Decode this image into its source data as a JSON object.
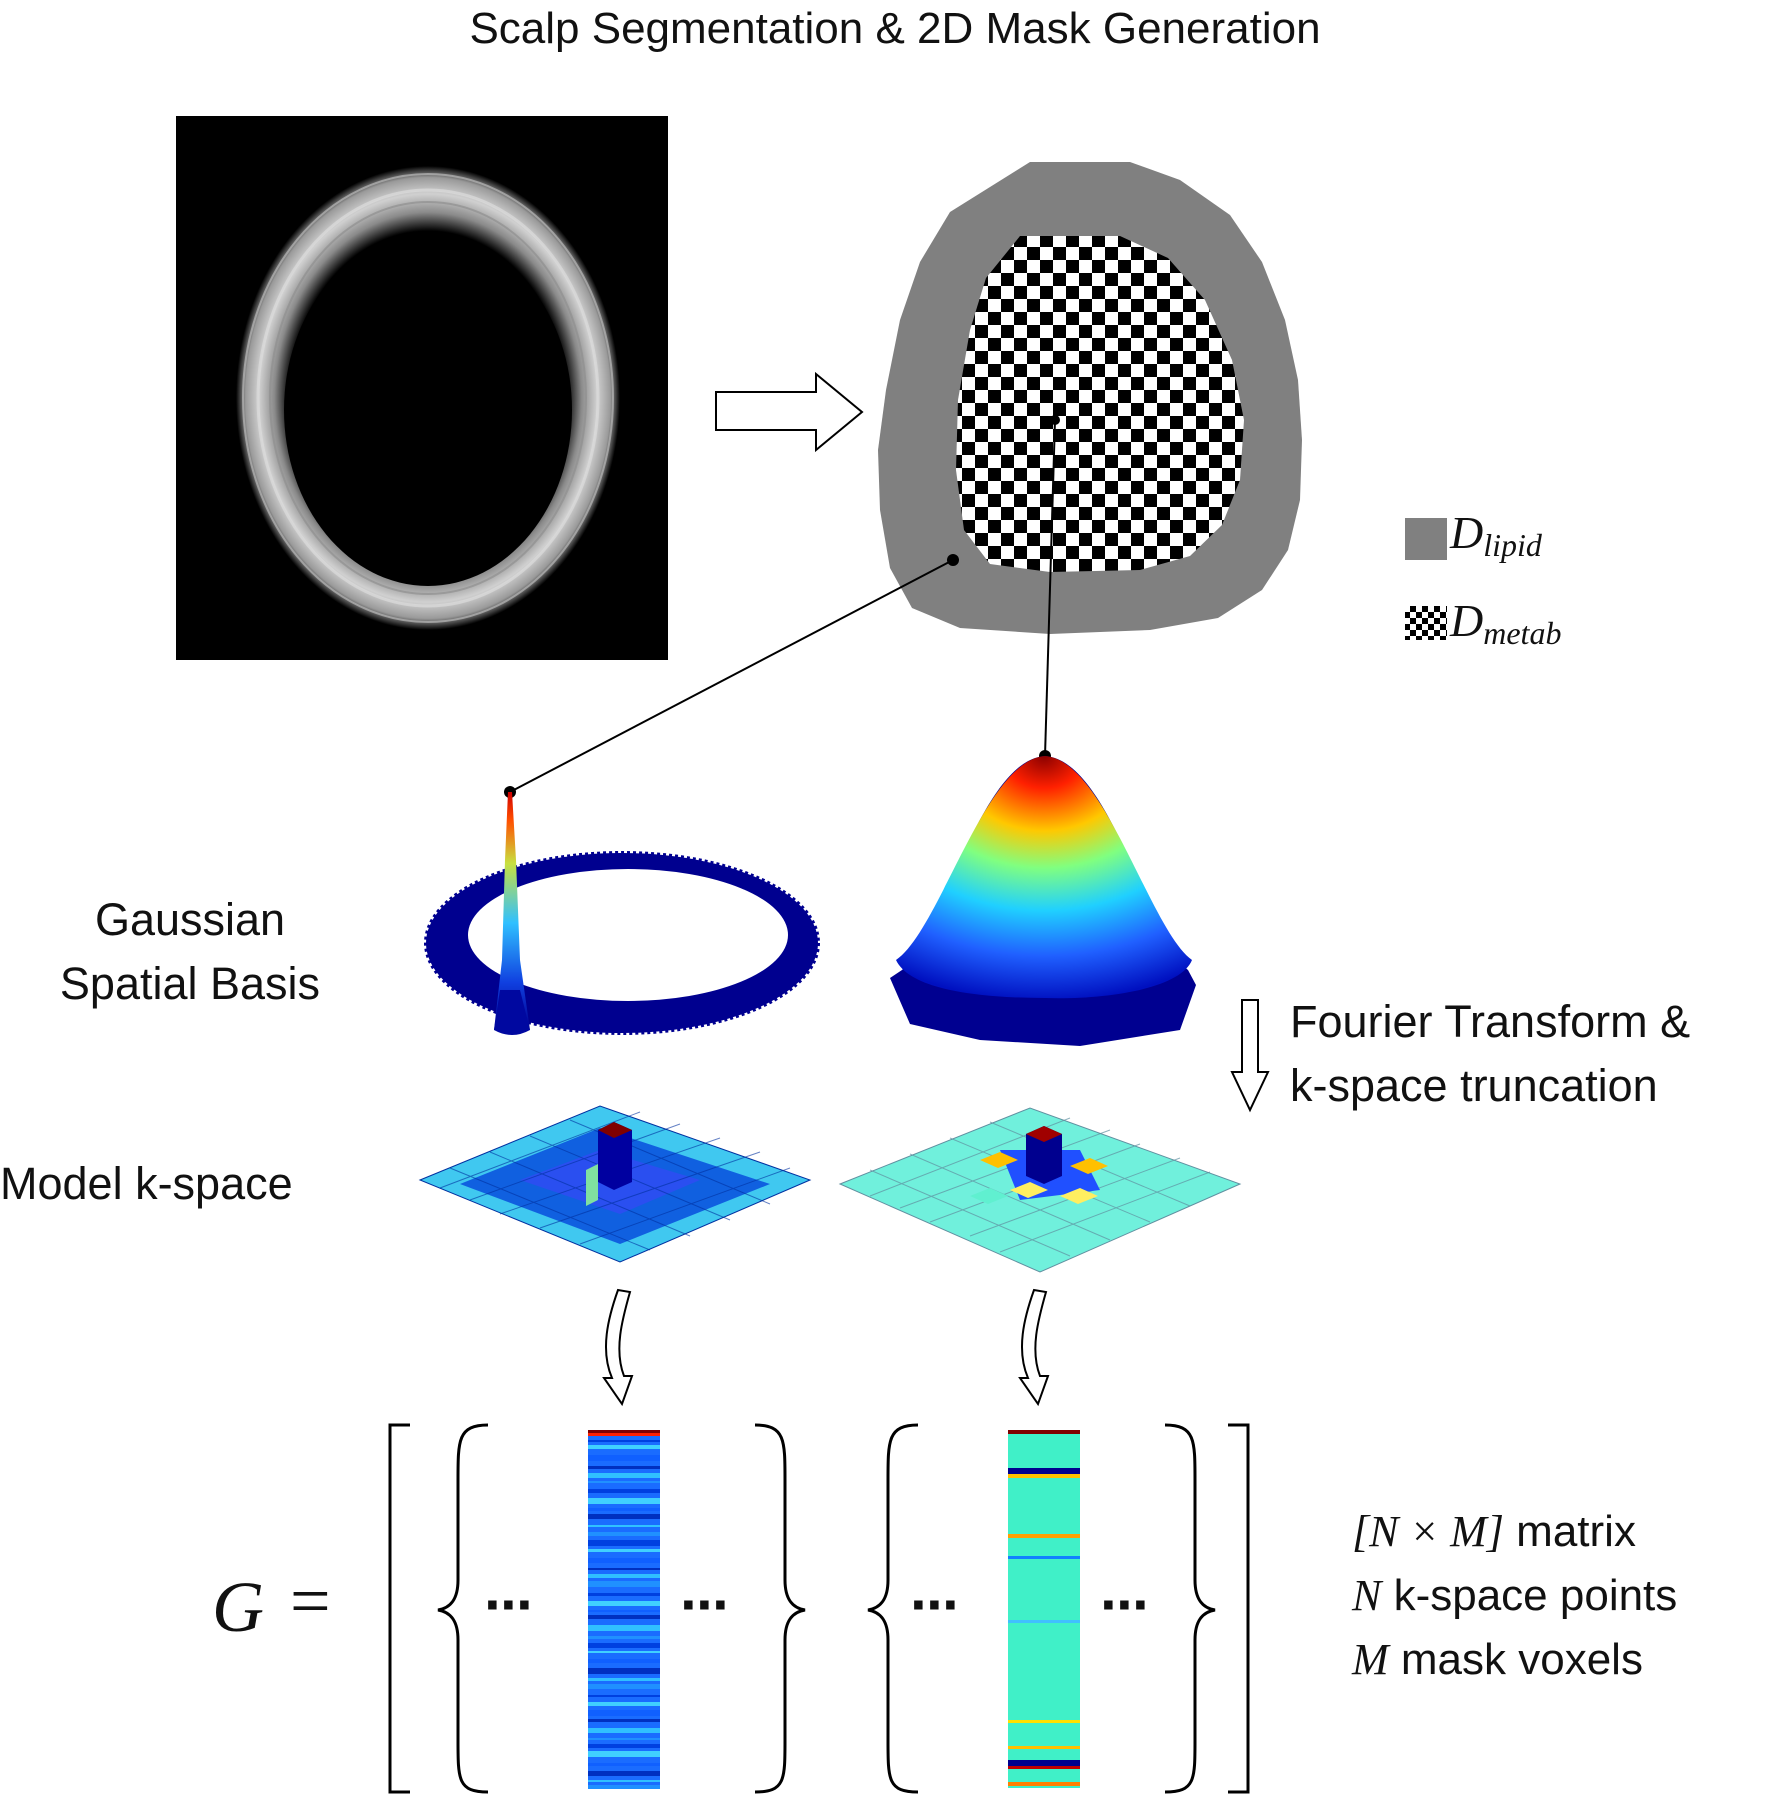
{
  "title": "Scalp Segmentation & 2D Mask Generation",
  "labels": {
    "gaussian_line1": "Gaussian",
    "gaussian_line2": "Spatial Basis",
    "fourier_line1": "Fourier Transform &",
    "fourier_line2": "k-space truncation",
    "model_kspace": "Model k-space"
  },
  "legend": {
    "lipid_symbol": "D",
    "lipid_sub": "lipid",
    "metab_symbol": "D",
    "metab_sub": "metab",
    "colors": {
      "lipid": "#808080",
      "checker_dark": "#000000",
      "checker_light": "#ffffff"
    }
  },
  "equation": {
    "lhs": "G",
    "eq": "=",
    "ellipsis": "···"
  },
  "matrix_info": {
    "line1_math": "[N × M]",
    "line1_text": " matrix",
    "line2_math": "N",
    "line2_text": " k-space points",
    "line3_math": "M",
    "line3_text": " mask voxels"
  },
  "colors": {
    "jet_dark_blue": "#00008f",
    "jet_blue": "#0050ff",
    "jet_cyan": "#40e0d0",
    "jet_yellow": "#ffcc00",
    "jet_red": "#d01010",
    "jet_dark_red": "#800000"
  }
}
